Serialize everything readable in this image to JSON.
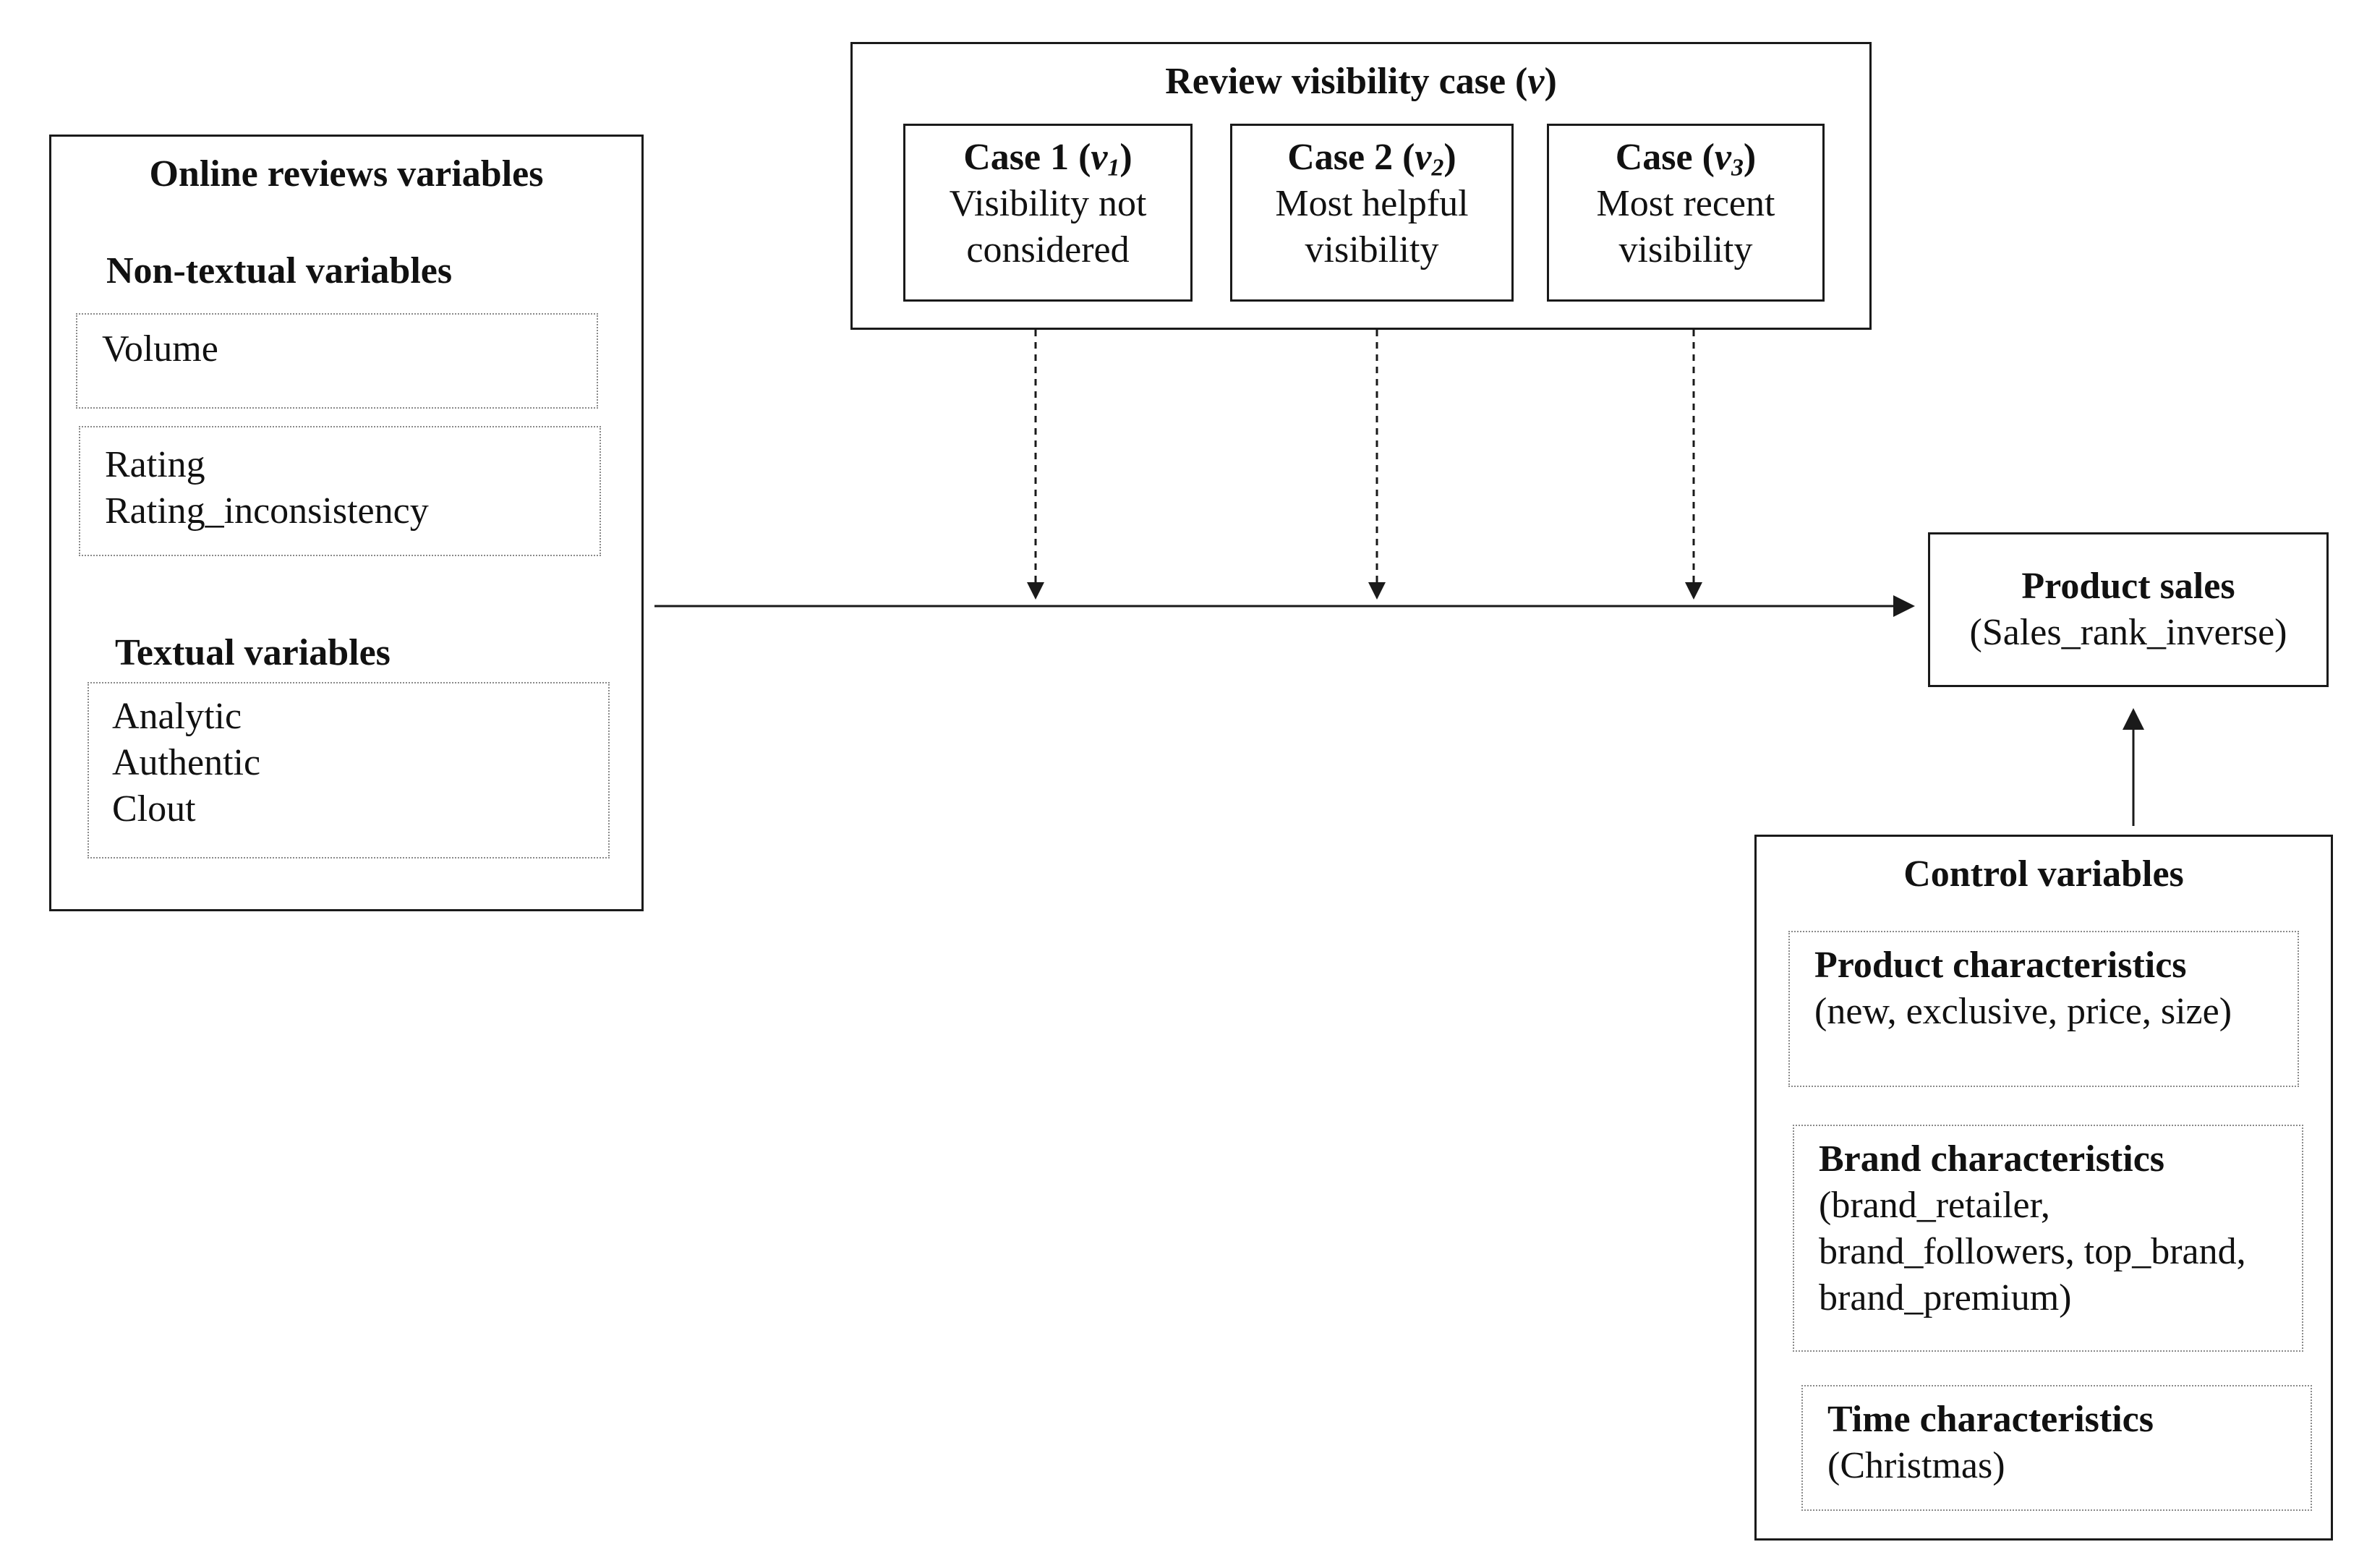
{
  "online_reviews": {
    "title": "Online reviews variables",
    "non_textual": {
      "heading": "Non-textual variables",
      "group1": [
        "Volume"
      ],
      "group2": [
        "Rating",
        "Rating_inconsistency"
      ]
    },
    "textual": {
      "heading": "Textual variables",
      "items": [
        "Analytic",
        "Authentic",
        "Clout"
      ]
    }
  },
  "visibility": {
    "title_prefix": "Review visibility case (",
    "title_var": "v",
    "title_suffix": ")",
    "cases": [
      {
        "label_prefix": "Case 1 (",
        "var": "v",
        "sub": "1",
        "label_suffix": ")",
        "desc": [
          "Visibility not",
          "considered"
        ]
      },
      {
        "label_prefix": "Case 2 (",
        "var": "v",
        "sub": "2",
        "label_suffix": ")",
        "desc": [
          "Most helpful",
          "visibility"
        ]
      },
      {
        "label_prefix": "Case (",
        "var": "v",
        "sub": "3",
        "label_suffix": ")",
        "desc": [
          "Most recent",
          "visibility"
        ]
      }
    ]
  },
  "product_sales": {
    "title": "Product sales",
    "subtitle": "(Sales_rank_inverse)"
  },
  "control": {
    "title": "Control variables",
    "product": {
      "heading": "Product characteristics",
      "lines": [
        "(new, exclusive, price, size)"
      ]
    },
    "brand": {
      "heading": "Brand characteristics",
      "lines": [
        "(brand_retailer,",
        "brand_followers, top_brand,",
        "brand_premium)"
      ]
    },
    "time": {
      "heading": "Time characteristics",
      "lines": [
        "(Christmas)"
      ]
    }
  },
  "colors": {
    "stroke": "#1a1a1a",
    "dotted_border": "#8a8a8a"
  }
}
